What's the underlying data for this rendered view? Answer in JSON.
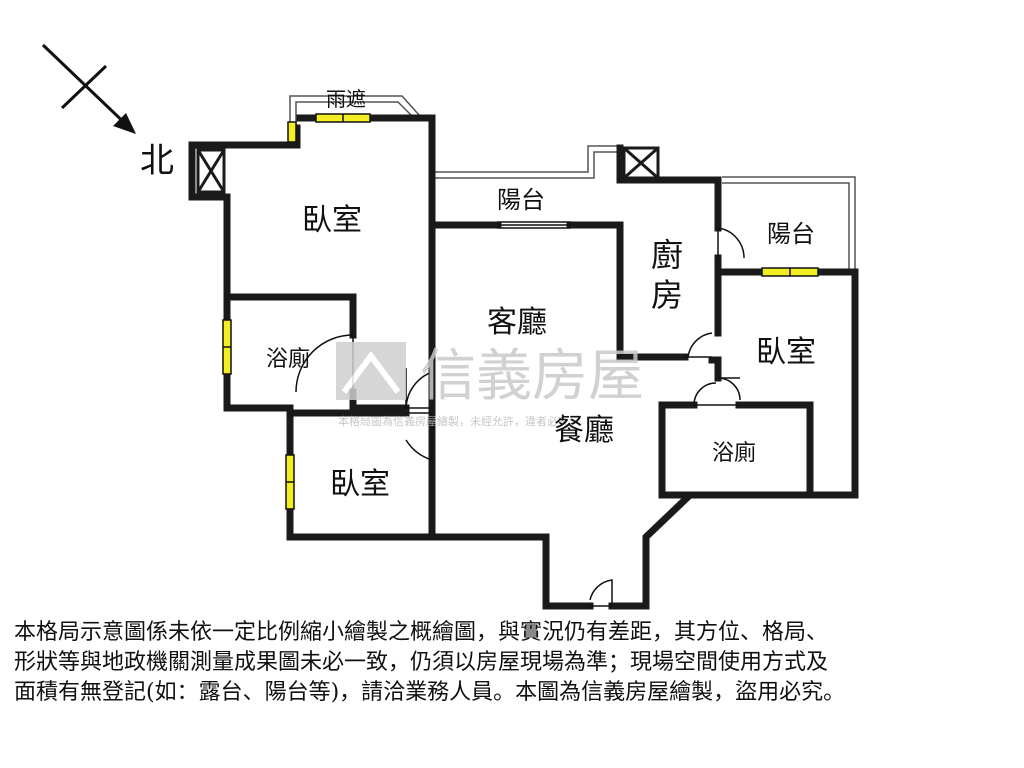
{
  "north_label": "北",
  "rooms": {
    "canopy": "雨遮",
    "bedroom_main": "臥室",
    "balcony_front": "陽台",
    "kitchen_a": "廚",
    "kitchen_b": "房",
    "balcony_side": "陽台",
    "living_room": "客廳",
    "bath_left": "浴廁",
    "bedroom_right": "臥室",
    "dining_room": "餐廳",
    "bath_right": "浴廁",
    "bedroom_small": "臥室"
  },
  "watermark": {
    "brand": "信義房屋",
    "note": "本格局圖為信義房屋繪製，未經允許，違者必究"
  },
  "disclaimer": [
    "本格局示意圖係未依一定比例縮小繪製之概繪圖，與實況仍有差距，其方位、格局、",
    "形狀等與地政機關測量成果圖未必一致，仍須以房屋現場為準；現場空間使用方式及",
    "面積有無登記(如：露台、陽台等)，請洽業務人員。本圖為信義房屋繪製，盜用必究。"
  ],
  "colors": {
    "wall": "#1a1a1a",
    "window": "#f2ee22",
    "watermark": "#c9c9c9"
  }
}
